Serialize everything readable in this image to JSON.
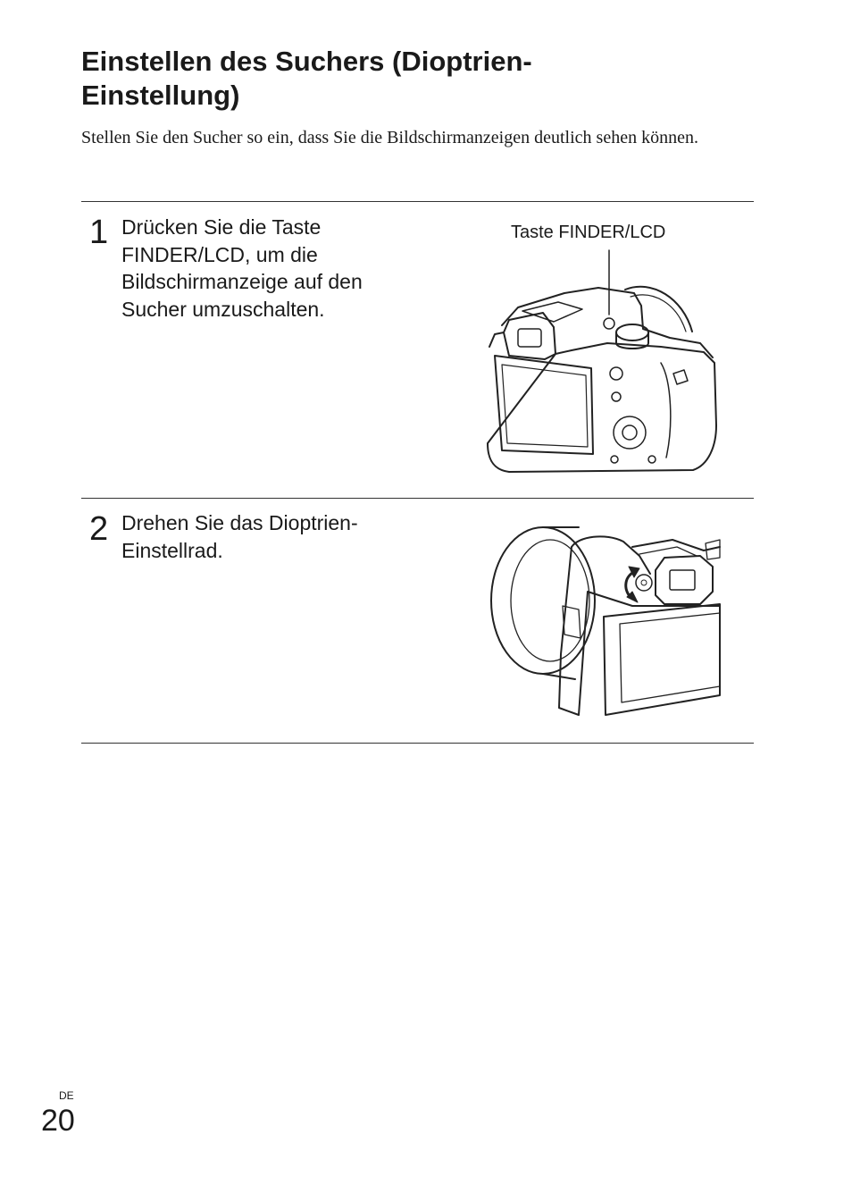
{
  "page": {
    "title": "Einstellen des Suchers (Dioptrien-\nEinstellung)",
    "intro": "Stellen Sie den Sucher so ein, dass Sie die Bildschirmanzeigen deutlich sehen können.",
    "language_code": "DE",
    "page_number": "20"
  },
  "steps": [
    {
      "number": "1",
      "text": "Drücken Sie die Taste\nFINDER/LCD, um die\nBildschirmanzeige auf den\nSucher umzuschalten.",
      "callout": "Taste FINDER/LCD"
    },
    {
      "number": "2",
      "text": "Drehen Sie das Dioptrien-\nEinstellrad."
    }
  ]
}
